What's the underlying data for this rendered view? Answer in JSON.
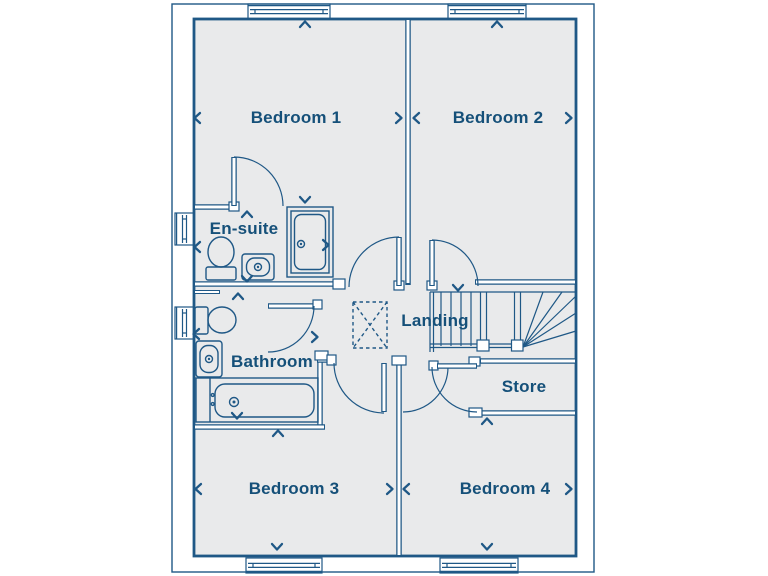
{
  "plan": {
    "labels": {
      "bedroom1": "Bedroom 1",
      "bedroom2": "Bedroom 2",
      "ensuite": "En-suite",
      "bathroom": "Bathroom",
      "landing": "Landing",
      "store": "Store",
      "bedroom3": "Bedroom 3",
      "bedroom4": "Bedroom 4"
    },
    "colors": {
      "line": "#1f5886",
      "text": "#155079",
      "floor": "#e9eaeb",
      "background": "#ffffff"
    }
  }
}
